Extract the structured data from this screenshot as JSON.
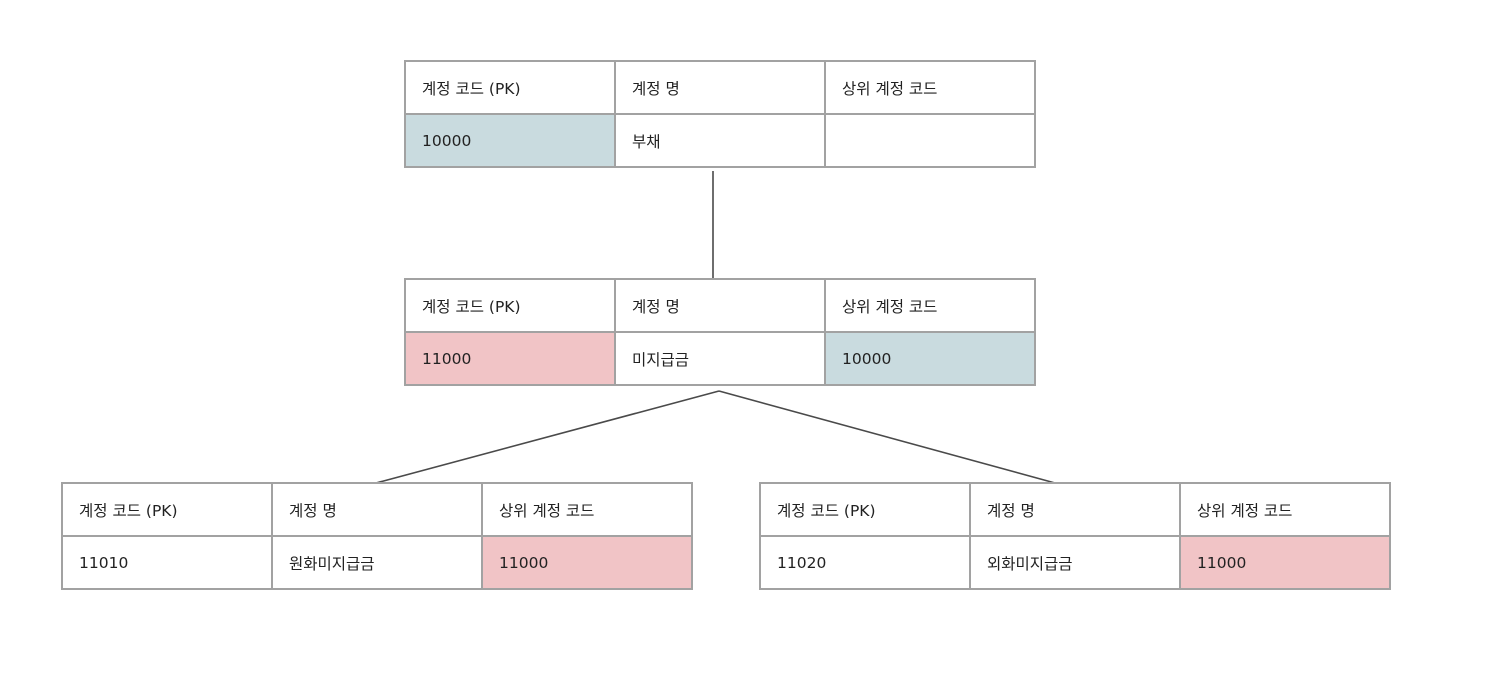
{
  "headers": {
    "code": "계정 코드 (PK)",
    "name": "계정 명",
    "parent": "상위 계정 코드"
  },
  "records": {
    "root": {
      "code": "10000",
      "name": "부채",
      "parent": ""
    },
    "mid": {
      "code": "11000",
      "name": "미지급금",
      "parent": "10000"
    },
    "left": {
      "code": "11010",
      "name": "원화미지급금",
      "parent": "11000"
    },
    "right": {
      "code": "11020",
      "name": "외화미지급금",
      "parent": "11000"
    }
  },
  "colors": {
    "highlight_blue": "#c9dbdf",
    "highlight_pink": "#f1c4c6",
    "border": "#a2a2a2",
    "connector": "#4a4a4a"
  }
}
